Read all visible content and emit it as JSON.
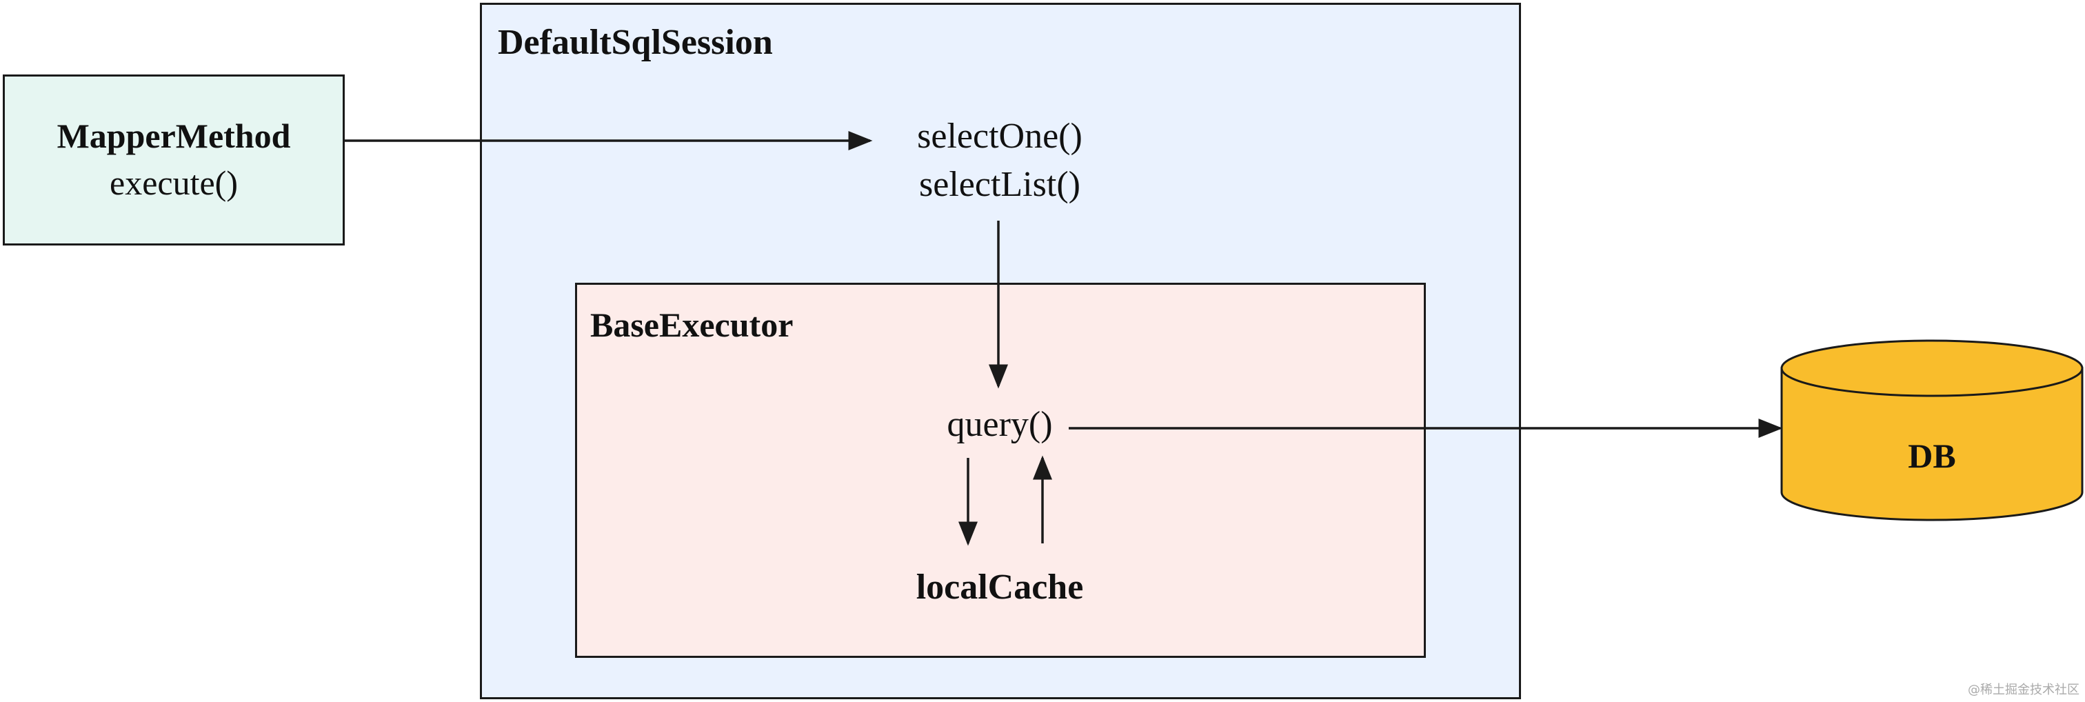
{
  "nodes": {
    "mapper_method": {
      "title": "MapperMethod",
      "method": "execute()",
      "fill": "#e6f6f2"
    },
    "default_sql_session": {
      "title": "DefaultSqlSession",
      "methods": [
        "selectOne()",
        "selectList()"
      ],
      "fill": "#eaf2fe"
    },
    "base_executor": {
      "title": "BaseExecutor",
      "method": "query()",
      "fill": "#fdecea"
    },
    "local_cache": {
      "label": "localCache"
    },
    "db": {
      "label": "DB",
      "fill": "#f9bd2c"
    }
  },
  "edges": [
    {
      "from": "MapperMethod.execute()",
      "to": "DefaultSqlSession.selectOne()"
    },
    {
      "from": "DefaultSqlSession.selectList()",
      "to": "BaseExecutor.query()"
    },
    {
      "from": "BaseExecutor.query()",
      "to": "DB"
    },
    {
      "from": "BaseExecutor.query()",
      "to": "localCache"
    },
    {
      "from": "localCache",
      "to": "BaseExecutor.query()"
    }
  ],
  "watermark": "@稀土掘金技术社区"
}
